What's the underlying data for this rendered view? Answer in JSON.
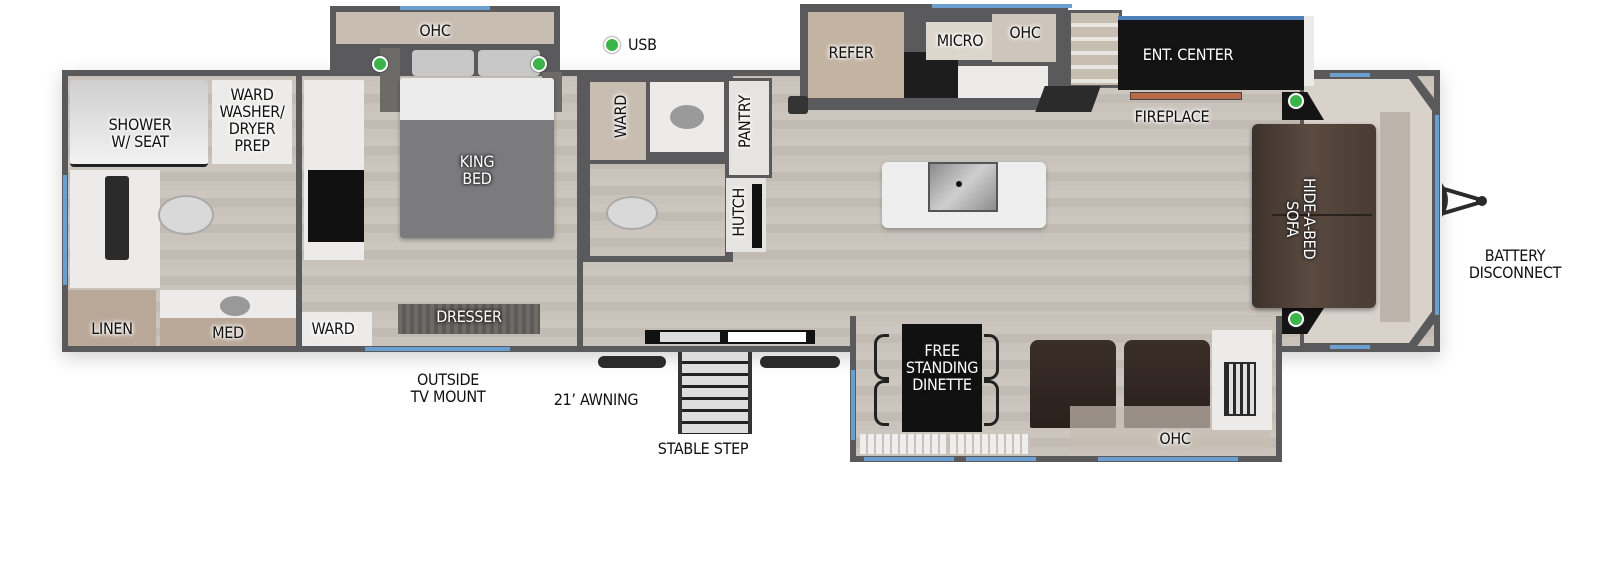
{
  "floorplan": {
    "legend": {
      "usb_label": "USB",
      "usb_color": "#3bb54a"
    },
    "rooms": {
      "shower": "SHOWER\nW/ SEAT",
      "ward_washer": "WARD\nWASHER/\nDRYER\nPREP",
      "linen": "LINEN",
      "med": "MED",
      "ward_bedroom": "WARD",
      "dresser": "DRESSER",
      "ohc_bedroom": "OHC",
      "king_bed": "KING\nBED",
      "ward_half_bath": "WARD",
      "pantry": "PANTRY",
      "hutch": "HUTCH",
      "refer": "REFER",
      "micro": "MICRO",
      "ohc_kitchen": "OHC",
      "ent_center": "ENT. CENTER",
      "fireplace": "FIREPLACE",
      "hide_a_bed": "HIDE-A-BED\nSOFA",
      "dinette": "FREE\nSTANDING\nDINETTE",
      "ohc_living": "OHC"
    },
    "exterior": {
      "outside_tv": "OUTSIDE\nTV MOUNT",
      "awning": "21’ AWNING",
      "stable_step": "STABLE STEP",
      "battery": "BATTERY\nDISCONNECT"
    },
    "colors": {
      "wall": "#5a5a5c",
      "window": "#6a9fd0",
      "floor": "#c9c3bc",
      "bed": "#7b7b7d",
      "sofa": "#4a3a30",
      "recliner": "#3a2e28",
      "usb": "#3bb54a"
    }
  }
}
